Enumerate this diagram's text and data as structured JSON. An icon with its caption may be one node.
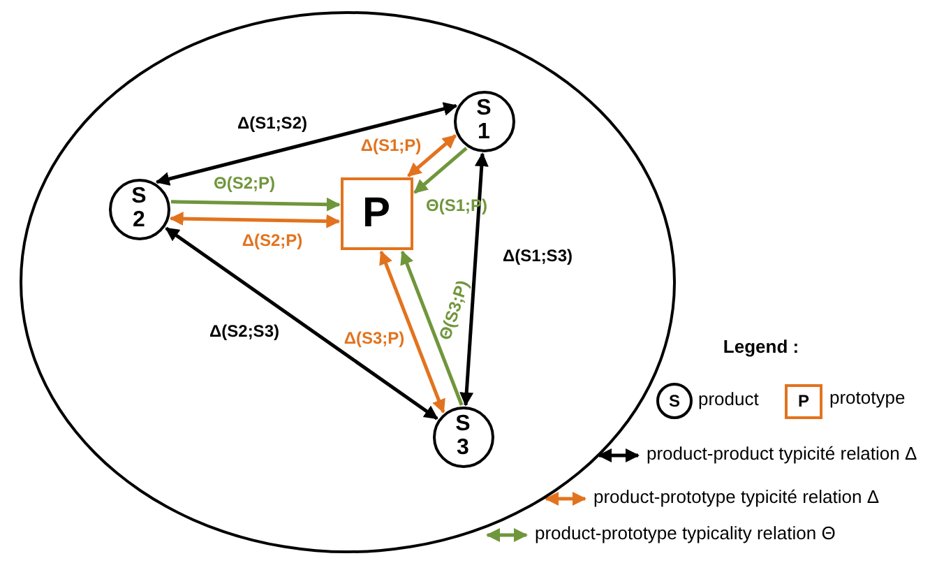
{
  "diagram": {
    "nodes": [
      {
        "text": [],
        "shape": "circle"
      },
      {
        "text": [
          "S 1"
        ],
        "in": 0
      },
      {
        "text": [
          "S 2"
        ],
        "in": 0
      },
      {
        "text": [
          "P"
        ],
        "in": 0
      },
      {
        "text": [
          "S 3"
        ],
        "in": 0
      },
      {
        "text": [
          "S"
        ]
      },
      {
        "text": [
          "P"
        ]
      }
    ],
    "edges": [
      {
        "from": 1,
        "to": 2,
        "arrow": "both",
        "label": "Δ(S1;S2)",
        "color": "#000000"
      },
      {
        "from": 1,
        "to": 3,
        "arrow": "both",
        "label": "Δ(S1;P)",
        "color": "#e2731e"
      },
      {
        "from": 1,
        "to": 3,
        "arrow": "to",
        "label": "Θ(S1;P)",
        "color": "#70963c"
      },
      {
        "from": 2,
        "to": 3,
        "arrow": "to",
        "label": "Θ(S2;P)",
        "color": "#70963c"
      },
      {
        "from": 2,
        "to": 3,
        "arrow": "both",
        "label": "Δ(S2;P)",
        "color": "#e2731e"
      },
      {
        "from": 1,
        "to": 4,
        "arrow": "both",
        "label": "Δ(S1;S3)",
        "color": "#000000"
      },
      {
        "from": 2,
        "to": 4,
        "arrow": "both",
        "label": "Δ(S2;S3)",
        "color": "#000000"
      },
      {
        "from": 4,
        "to": 3,
        "arrow": "both",
        "label": "Δ(S3;P)",
        "color": "#e2731e"
      },
      {
        "from": 4,
        "to": 3,
        "arrow": "to",
        "label": "Θ(S3;P)",
        "color": "#70963c"
      }
    ],
    "labels": [
      "Legend :"
    ],
    "legend": [
      {
        "text": "product"
      },
      {
        "text": "prototype"
      },
      {
        "text": "product-product typicité relation Δ"
      },
      {
        "text": "product-prototype typicité relation Δ"
      },
      {
        "text": "product-prototype typicality relation Θ"
      }
    ]
  }
}
